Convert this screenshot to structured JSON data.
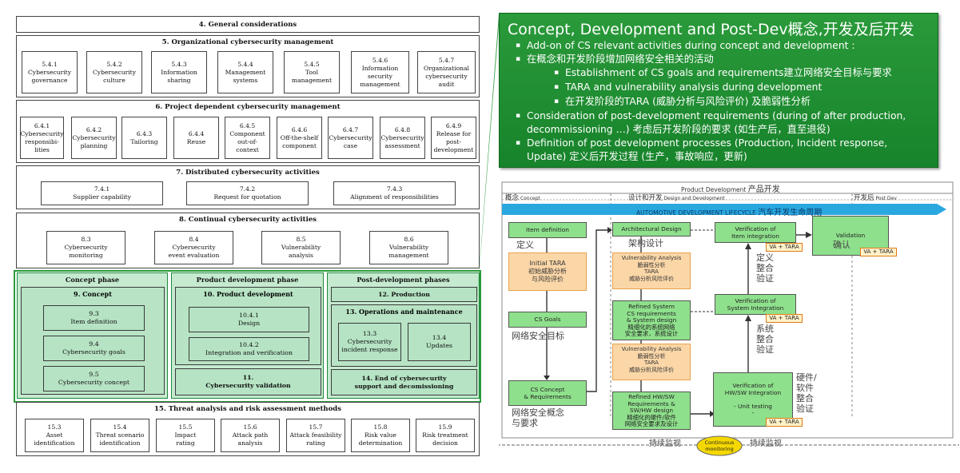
{
  "left": {
    "s4": {
      "title": "4. General considerations"
    },
    "s5": {
      "title": "5. Organizational cybersecurity management",
      "items": [
        "5.4.1\nCybersecurity\ngovernance",
        "5.4.2\nCybersecurity\nculture",
        "5.4.3\nInformation\nsharing",
        "5.4.4\nManagement\nsystems",
        "5.4.5\nTool\nmanagement",
        "5.4.6\nInformation\nsecurity\nmanagement",
        "5.4.7\nOrganizational\ncybersecurity\naudit"
      ]
    },
    "s6": {
      "title": "6. Project dependent cybersecurity management",
      "items": [
        "6.4.1\nCybersecurity\nresponsibi-\nlities",
        "6.4.2\nCybersecurity\nplanning",
        "6.4.3\nTailoring",
        "6.4.4\nReuse",
        "6.4.5\nComponent\nout-of-context",
        "6.4.6\nOff-the-shelf\ncomponent",
        "6.4.7\nCybersecurity\ncase",
        "6.4.8\nCybersecurity\nassessment",
        "6.4.9\nRelease for\npost-\ndevelopment"
      ]
    },
    "s7": {
      "title": "7. Distributed cybersecurity activities",
      "items": [
        "7.4.1\nSupplier capability",
        "7.4.2\nRequest for quotation",
        "7.4.3\nAlignment of responsibilities"
      ]
    },
    "s8": {
      "title": "8. Continual cybersecurity activities",
      "items": [
        "8.3\nCybersecurity\nmonitoring",
        "8.4\nCybersecurity\nevent evaluation",
        "8.5\nVulnerability\nanalysis",
        "8.6\nVulnerability\nmanagement"
      ]
    },
    "concept": {
      "title": "Concept phase",
      "sub": "9. Concept",
      "items": [
        "9.3\nItem definition",
        "9.4\nCybersecurity goals",
        "9.5\nCybersecurity concept"
      ]
    },
    "product": {
      "title": "Product development phase",
      "sub": "10. Product development",
      "items": [
        "10.4.1\nDesign",
        "10.4.2\nIntegration and verification"
      ],
      "validation": "11.\nCybersecurity validation"
    },
    "post": {
      "title": "Post-development phases",
      "production": "12. Production",
      "ops": "13. Operations and maintenance",
      "items": [
        "13.3\nCybersecurity\nincident response",
        "13.4\nUpdates"
      ],
      "eol": "14. End of cybersecurity\nsupport and decomissioning"
    },
    "s15": {
      "title": "15. Threat analysis and risk assessment methods",
      "items": [
        "15.3\nAsset\nidentification",
        "15.4\nThreat scenario\nidentification",
        "15.5\nImpact\nrating",
        "15.6\nAttack path\nanalysis",
        "15.7\nAttack feasibility\nrating",
        "15.8\nRisk value\ndetermination",
        "15.9\nRisk treatment\ndecision"
      ]
    }
  },
  "banner": {
    "title": "Concept, Development and Post-Dev概念,开发及后开发",
    "lines": [
      "Add-on of CS relevant activities during concept and development :",
      "在概念和开发阶段增加网络安全相关的活动",
      "Establishment of CS goals and requirements建立网络安全目标与要求",
      "TARA and vulnerability analysis during development",
      "在开发阶段的TARA (威胁分析与风险评价) 及脆弱性分析",
      "Consideration of post-development requirements (during of after production,",
      "decommissioning …) 考虑后开发阶段的要求 (如生产后，直至退役)",
      "Definition of post development processes (Production, Incident response,",
      "Update) 定义后开发过程 (生产，事故响应，更新)"
    ],
    "bullet": "▪"
  },
  "flow": {
    "header_en": "Product Development",
    "header_zh": "产品开发",
    "col1_en": "Concept",
    "col1_zh": "概念",
    "col2_en": "Design and Development",
    "col2_zh": "设计和开发",
    "col3_en": "Post Dev",
    "col3_zh": "开发后",
    "lifecycle_en": "AUTOMOTIVE DEVELOPMENT LIFECYCLE",
    "lifecycle_zh": "汽车开发生命周期",
    "boxes": {
      "item_def": "Item definition",
      "item_def_zh": "定义",
      "tara": "Initial TARA\n初始威胁分析\n与风险评价",
      "cs_goals": "CS Goals",
      "cs_goals_zh": "网络安全目标",
      "cs_concept": "CS Concept\n& Requirements",
      "cs_concept_zh": "网络安全概念\n与要求",
      "arch": "Architectural Design",
      "arch_zh": "架构设计",
      "vuln1": "Vulnerability Analysis\n脆弱性分析\nTARA\n威胁分析风险评价",
      "refined_sys": "Refined System\nCS requirements\n& System design\n精细化的系统网络\n安全要求，系统设计",
      "vuln2": "Vulnerability Analysis\n脆弱性分析\nTARA\n威胁分析风险评价",
      "refined_hw": "Refined HW/SW\nRequirements &\nSW/HW design\n精细化的硬件/软件\n网络安全要求及设计",
      "verif_item": "Verification of\nItem integration",
      "verif_item_zh": "定义\n整合\n验证",
      "verif_sys": "Verification of\nSystem Integration",
      "verif_sys_zh": "系统\n整合\n验证",
      "verif_hw": "Verification of\nHW/SW Integration\n\n- Unit testing\n-",
      "verif_hw_zh": "硬件/\n软件\n整合\n验证",
      "validation": "Validation",
      "validation_zh": "确认",
      "va": "VA + TARA"
    },
    "cont_en": "Continuous\nmonitoring",
    "cont_zh": "持续监视"
  },
  "colors": {
    "banner": "#1f8f33",
    "phase": "#c5ead0",
    "flowbox": "#8fe08c",
    "orange": "#fbd7a8",
    "lifecycle": "#29a8e0"
  }
}
